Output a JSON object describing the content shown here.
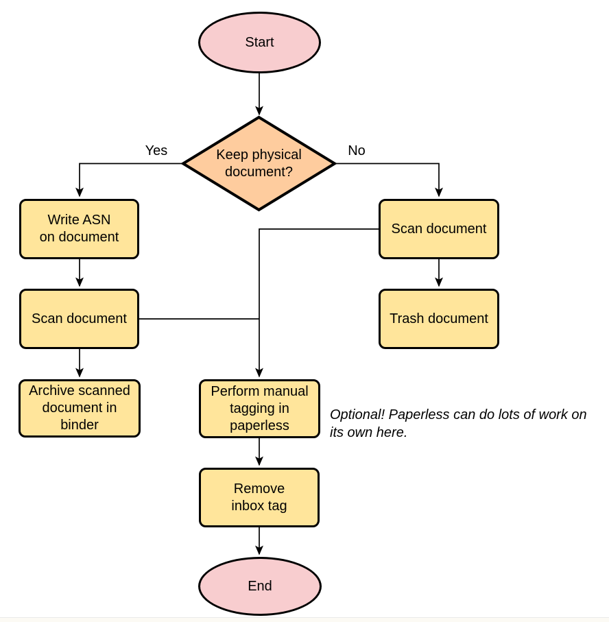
{
  "colors": {
    "terminal_fill": "#f8cdcf",
    "decision_fill": "#fecc9e",
    "process_fill": "#ffe59b",
    "stroke": "#000000"
  },
  "nodes": {
    "start": {
      "label": "Start"
    },
    "decision": {
      "label": "Keep physical\ndocument?"
    },
    "write_asn": {
      "label": "Write ASN\non document"
    },
    "scan_left": {
      "label": "Scan document"
    },
    "archive": {
      "label": "Archive scanned\ndocument in\nbinder"
    },
    "scan_right": {
      "label": "Scan document"
    },
    "trash": {
      "label": "Trash document"
    },
    "tagging": {
      "label": "Perform manual\ntagging in\npaperless"
    },
    "remove_inbox": {
      "label": "Remove\ninbox tag"
    },
    "end": {
      "label": "End"
    }
  },
  "edge_labels": {
    "yes": "Yes",
    "no": "No"
  },
  "annotation": {
    "text": "Optional! Paperless can do lots of work on\nits own here."
  }
}
